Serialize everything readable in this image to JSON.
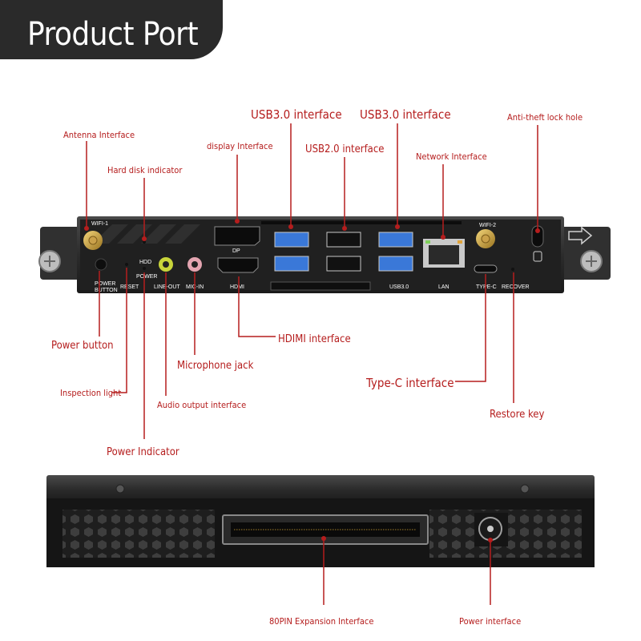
{
  "header": {
    "title": "Product Port"
  },
  "labels": {
    "usb30_left": "USB3.0 interface",
    "usb30_right": "USB3.0 interface",
    "antenna": "Antenna Interface",
    "display": "display Interface",
    "anti_theft": "Anti-theft lock hole",
    "usb20": "USB2.0 interface",
    "network": "Network Interface",
    "hdd_indicator": "Hard disk indicator",
    "power_button": "Power button",
    "hdmi": "HDIMI interface",
    "microphone": "Microphone jack",
    "typec": "Type-C interface",
    "inspection": "Inspection light",
    "audio_out": "Audio output interface",
    "restore": "Restore key",
    "power_indicator": "Power Indicator",
    "expansion": "80PIN Expansion Interface",
    "power_interface": "Power interface"
  },
  "panel_silkscreen": {
    "wifi1": "WIFI-1",
    "wifi2": "WIFI-2",
    "hdd": "HDD",
    "dp": "DP",
    "hdmi": "HDMI",
    "power_button_1": "POWER",
    "power_button_2": "BUTTON",
    "reset": "RESET",
    "power": "POWER",
    "line_out": "LINE-OUT",
    "mic_in": "MIC-IN",
    "usb30": "USB3.0",
    "lan": "LAN",
    "typec": "TYPE-C",
    "recover": "RECOVER"
  },
  "colors": {
    "accent_red": "#b51d1d",
    "header_bg": "#2a2a2a",
    "usb3_blue": "#3a78d8",
    "panel": "#1d1d1d"
  }
}
